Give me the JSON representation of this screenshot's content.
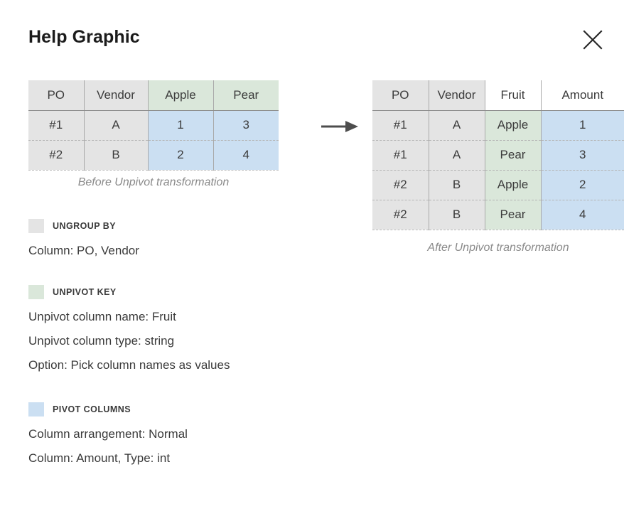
{
  "dialog": {
    "title": "Help Graphic",
    "close_icon": "close-icon"
  },
  "arrow": {
    "icon": "arrow-right-icon",
    "color": "#4d4d4d"
  },
  "colors": {
    "ungroup_gray": "#e4e4e4",
    "unpivot_green": "#dae7da",
    "pivot_blue": "#cbdff2",
    "header_rule": "#8d8d8d",
    "column_rule": "#a9a9a9",
    "row_dash": "#b4b4b4",
    "caption_text": "#8a8a8a",
    "title_text": "#1b1b1b"
  },
  "before_table": {
    "caption": "Before Unpivot transformation",
    "headers": [
      {
        "label": "PO",
        "fill": "fill-gray"
      },
      {
        "label": "Vendor",
        "fill": "fill-gray"
      },
      {
        "label": "Apple",
        "fill": "fill-green"
      },
      {
        "label": "Pear",
        "fill": "fill-green"
      }
    ],
    "rows": [
      [
        {
          "value": "#1",
          "fill": "fill-gray"
        },
        {
          "value": "A",
          "fill": "fill-gray"
        },
        {
          "value": "1",
          "fill": "fill-blue"
        },
        {
          "value": "3",
          "fill": "fill-blue"
        }
      ],
      [
        {
          "value": "#2",
          "fill": "fill-gray"
        },
        {
          "value": "B",
          "fill": "fill-gray"
        },
        {
          "value": "2",
          "fill": "fill-blue"
        },
        {
          "value": "4",
          "fill": "fill-blue"
        }
      ]
    ]
  },
  "after_table": {
    "caption": "After Unpivot transformation",
    "headers": [
      {
        "label": "PO",
        "fill": "fill-gray"
      },
      {
        "label": "Vendor",
        "fill": "fill-gray"
      },
      {
        "label": "Fruit",
        "fill": "fill-white"
      },
      {
        "label": "Amount",
        "fill": "fill-white"
      }
    ],
    "rows": [
      [
        {
          "value": "#1",
          "fill": "fill-gray"
        },
        {
          "value": "A",
          "fill": "fill-gray"
        },
        {
          "value": "Apple",
          "fill": "fill-green"
        },
        {
          "value": "1",
          "fill": "fill-blue"
        }
      ],
      [
        {
          "value": "#1",
          "fill": "fill-gray"
        },
        {
          "value": "A",
          "fill": "fill-gray"
        },
        {
          "value": "Pear",
          "fill": "fill-green"
        },
        {
          "value": "3",
          "fill": "fill-blue"
        }
      ],
      [
        {
          "value": "#2",
          "fill": "fill-gray"
        },
        {
          "value": "B",
          "fill": "fill-gray"
        },
        {
          "value": "Apple",
          "fill": "fill-green"
        },
        {
          "value": "2",
          "fill": "fill-blue"
        }
      ],
      [
        {
          "value": "#2",
          "fill": "fill-gray"
        },
        {
          "value": "B",
          "fill": "fill-gray"
        },
        {
          "value": "Pear",
          "fill": "fill-green"
        },
        {
          "value": "4",
          "fill": "fill-blue"
        }
      ]
    ]
  },
  "legend": {
    "ungroup": {
      "title": "UNGROUP BY",
      "swatch": "#e4e4e4",
      "lines": [
        "Column: PO, Vendor"
      ]
    },
    "unpivot": {
      "title": "UNPIVOT KEY",
      "swatch": "#dae7da",
      "lines": [
        "Unpivot column name: Fruit",
        "Unpivot column type: string",
        "Option: Pick column names as values"
      ]
    },
    "pivot": {
      "title": "PIVOT COLUMNS",
      "swatch": "#cbdff2",
      "lines": [
        "Column arrangement: Normal",
        "Column: Amount, Type: int"
      ]
    }
  }
}
